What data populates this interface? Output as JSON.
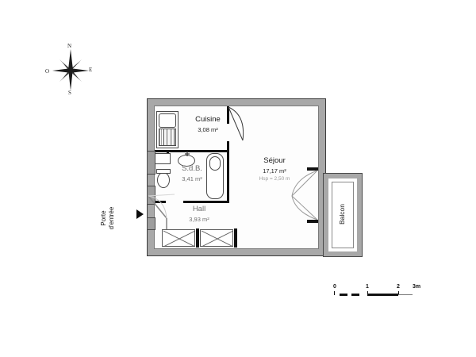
{
  "document": {
    "type": "floor-plan",
    "language": "fr"
  },
  "compass": {
    "name": "compass-rose",
    "north": "N",
    "east": "E",
    "south": "S",
    "west": "O"
  },
  "rooms": [
    {
      "id": "cuisine",
      "name": "Cuisine",
      "area": "3,08 m²",
      "hsp": ""
    },
    {
      "id": "sdb",
      "name": "S.d.B.",
      "area": "3,41 m²",
      "hsp": ""
    },
    {
      "id": "sejour",
      "name": "Séjour",
      "area": "17,17 m²",
      "hsp": "Hsp = 2,50 m"
    },
    {
      "id": "hall",
      "name": "Hall",
      "area": "3,93 m²",
      "hsp": ""
    },
    {
      "id": "balcon",
      "name": "Balcon",
      "area": "",
      "hsp": ""
    }
  ],
  "entrance": {
    "line1": "Porte",
    "line2": "d'entrée"
  },
  "scale": {
    "ticks": [
      "0",
      "1",
      "2"
    ],
    "end_label": "3m"
  },
  "colors": {
    "wall_fill": "#a8a8a8",
    "wall_outline": "#4a4a4a",
    "partition": "#111111",
    "text": "#1a1a1a",
    "faded_text": "#9a9a9a",
    "background": "#ffffff"
  }
}
